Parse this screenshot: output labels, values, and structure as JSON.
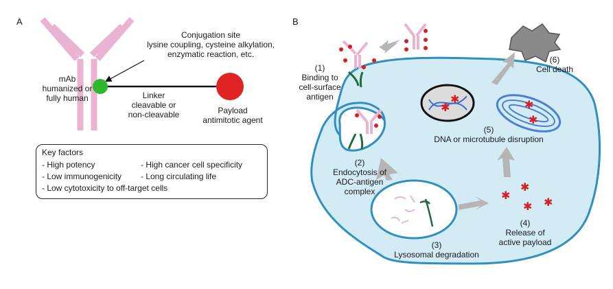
{
  "panel_a": {
    "letter": "A",
    "mab_label_lines": [
      "mAb",
      "humanized or",
      "fully human"
    ],
    "conjugation_lines": [
      "Conjugation site",
      "lysine coupling, cysteine alkylation,",
      "enzymatic reaction, etc."
    ],
    "linker_lines": [
      "Linker",
      "cleavable or",
      "non-cleavable"
    ],
    "payload_lines": [
      "Payload",
      "antimitotic agent"
    ],
    "key_factors": {
      "title": "Key factors",
      "left_items": [
        "- High potency",
        "- Low immunogenicity",
        "- Low cytotoxicity to off-target cells"
      ],
      "right_items": [
        "- High cancer cell specificity",
        "- Long circulating life"
      ]
    },
    "colors": {
      "antibody": "#eab3d1",
      "conjugation_site": "#2db82d",
      "payload": "#e02424",
      "linker": "#111111"
    }
  },
  "panel_b": {
    "letter": "B",
    "steps": {
      "s1": [
        "(1)",
        "Binding to",
        "cell-surface",
        "antigen"
      ],
      "s2": [
        "(2)",
        "Endocytosis of",
        "ADC-antigen",
        "complex"
      ],
      "s3": [
        "(3)",
        "Lysosomal degradation"
      ],
      "s4": [
        "(4)",
        "Release of",
        "active payload"
      ],
      "s5": [
        "(5)",
        "DNA or microtubule disruption"
      ],
      "s6": [
        "(6)",
        "Cell death"
      ]
    },
    "colors": {
      "cell_fill": "#d3ebf5",
      "cell_border": "#2e8fc0",
      "arrow": "#b5b5b5",
      "antigen": "#1f6b3a",
      "payload_star": "#d42020"
    }
  }
}
